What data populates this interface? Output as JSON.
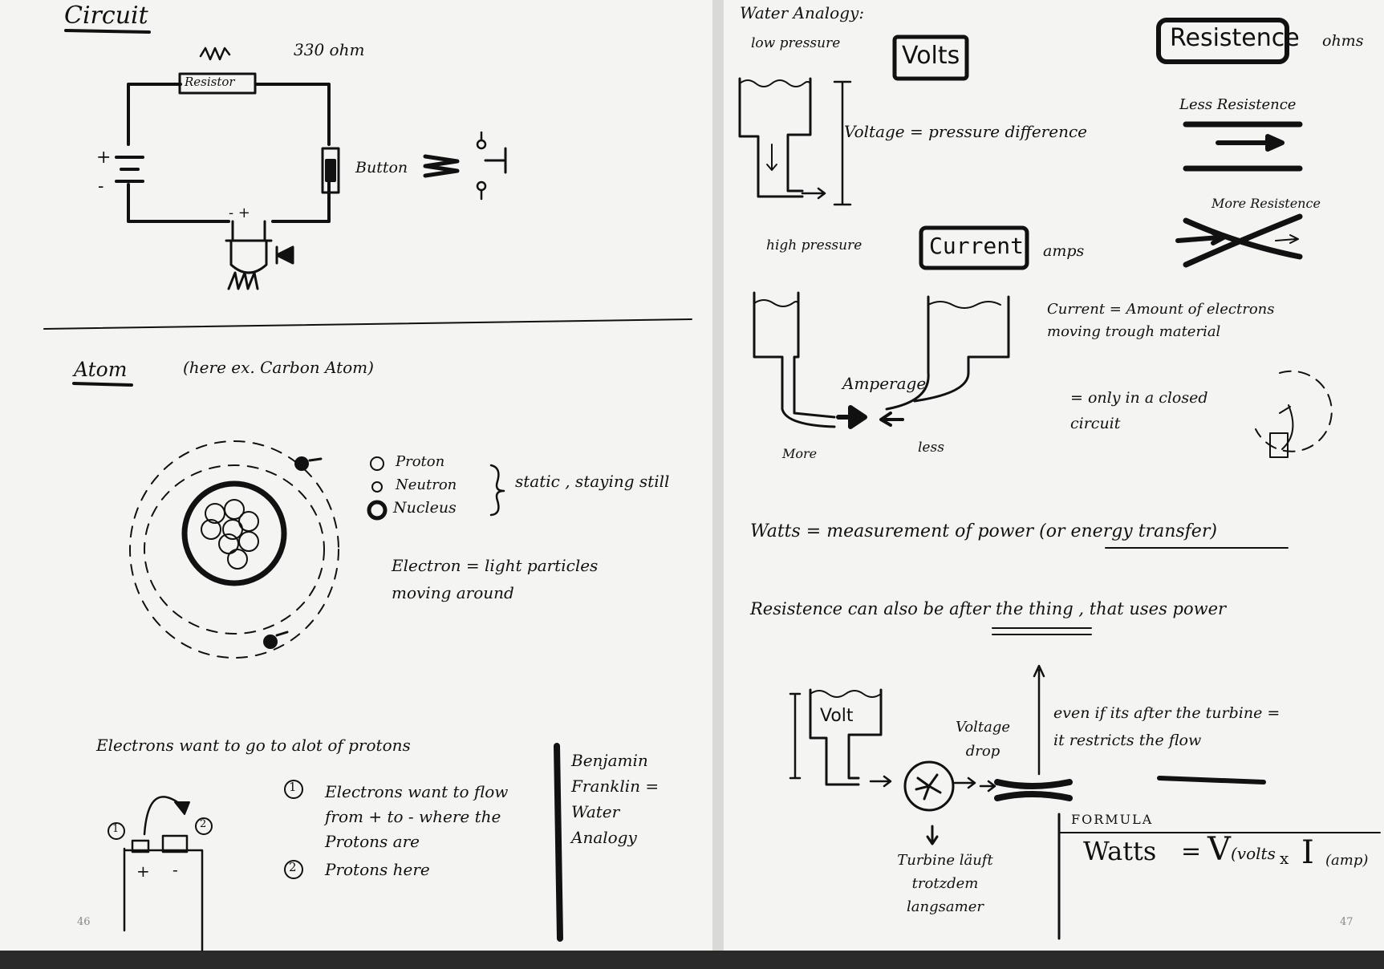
{
  "left_page": {
    "circuit": {
      "title": "Circuit",
      "resistor_value": "330 ohm",
      "resistor_label": "Resistor",
      "button_label": "Button",
      "plus": "+",
      "minus": "-",
      "led_polarity": "- +"
    },
    "atom": {
      "title": "Atom",
      "subtitle": "(here ex. Carbon Atom)",
      "legend": {
        "proton": "Proton",
        "neutron": "Neutron",
        "nucleus": "Nucleus",
        "brace_note": "static , staying still"
      },
      "electron_note": "Electron = light particles moving around"
    },
    "electrons": {
      "heading": "Electrons want to go to alot of protons",
      "point1": "Electrons want to flow from + to - where the Protons are",
      "point2": "Protons here",
      "marker1": "1",
      "marker2": "2",
      "battery_plus": "+",
      "battery_minus": "-",
      "aside": "Benjamin Franklin = Water Analogy"
    },
    "page_number": "46"
  },
  "right_page": {
    "water_analogy": {
      "title": "Water Analogy:",
      "low_pressure": "low pressure",
      "high_pressure": "high pressure",
      "volts_box": "Volts",
      "voltage_eq": "Voltage = pressure difference"
    },
    "resistance": {
      "box": "Resistence",
      "unit": "ohms",
      "less": "Less Resistence",
      "more": "More Resistence"
    },
    "current": {
      "box": "Current",
      "unit": "amps",
      "definition": "Current = Amount of electrons moving trough material",
      "closed": "= only in a closed circuit",
      "amperage": "Amperage",
      "more": "More",
      "less": "less"
    },
    "watts_line": "Watts = measurement of power (or energy transfer)",
    "resistance_note": "Resistence can also be after the thing , that uses power",
    "turbine": {
      "volt_label": "Volt",
      "voltage_drop": "Voltage drop",
      "caption": "Turbine läuft trotzdem langsamer",
      "note": "even if its after the turbine = it restricts the flow"
    },
    "formula": {
      "label": "FORMULA",
      "watts": "Watts",
      "equals": "=",
      "v": "V",
      "volts": "(volts",
      "times": "x",
      "i": "I",
      "amp": "(amp)"
    },
    "page_number": "47"
  }
}
